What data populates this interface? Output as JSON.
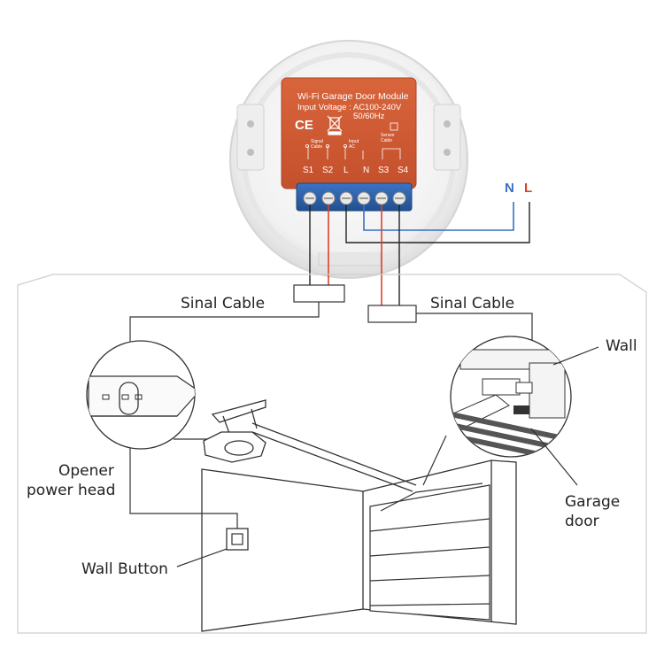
{
  "module": {
    "title": "Wi-Fi Garage Door Module",
    "voltage": "Input Voltage : AC100-240V",
    "frequency": "50/60Hz",
    "ce_mark": "CE",
    "signal_cable": [
      "Signal",
      "Cable"
    ],
    "input_ac": [
      "Input",
      "AC"
    ],
    "sensor_cable": [
      "Sensor",
      "Cable"
    ],
    "terminals": [
      "S1",
      "S2",
      "L",
      "N",
      "S3",
      "S4"
    ]
  },
  "power": {
    "n_label": "N",
    "l_label": "L",
    "n_color": "#3a6fc4",
    "l_color": "#d8432a"
  },
  "labels": {
    "signal_cable_left": "Sinal Cable",
    "signal_cable_right": "Sinal Cable",
    "wall": "Wall",
    "opener_power_head": [
      "Opener",
      "power head"
    ],
    "wall_button": "Wall Button",
    "garage_door": [
      "Garage",
      "door"
    ]
  },
  "colors": {
    "module_orange": "#cf5a33",
    "terminal_blue": "#2f63ad",
    "wire_red": "#d8432a",
    "wire_blue": "#3a6fc4"
  }
}
